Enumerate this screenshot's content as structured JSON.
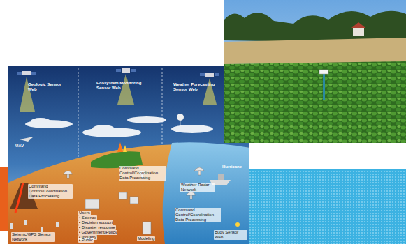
{
  "diagram": {
    "labels": [
      "Geologic Sensor Web",
      "Ecosystem Monitoring Sensor Web",
      "Weather Forecasting Sensor Web",
      "UAV",
      "Hurricane",
      "Command Control/Coordination Data Processing",
      "Command Control/Coordination Data Processing",
      "Weather Radar Network",
      "Seismic/GPS Sensor Network",
      "Users",
      "• Science",
      "• Decision support",
      "• Disaster response",
      "• Government/Policy",
      "• Industry",
      "• Public",
      "Modeling",
      "Command Control/Coordination Data Processing",
      "Buoy Sensor Web"
    ]
  }
}
